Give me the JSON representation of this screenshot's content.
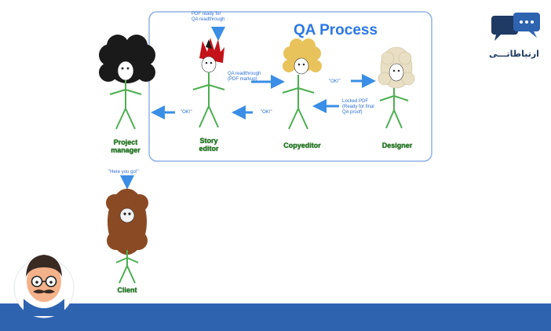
{
  "brand": {
    "name": "ارتباطاتـــی",
    "color": "#1f3a63"
  },
  "diagram": {
    "title": "QA Process",
    "title_color": "#2b78e4",
    "arrow_color": "#3a8ee6",
    "figure_color": "#4caf50",
    "nodes": [
      {
        "id": "project-manager",
        "label": "Project\nmanager",
        "hair": "black-afro"
      },
      {
        "id": "story-editor",
        "label": "Story\neditor",
        "hair": "red-mohawk"
      },
      {
        "id": "copyeditor",
        "label": "Copyeditor",
        "hair": "blonde-curly"
      },
      {
        "id": "designer",
        "label": "Designer",
        "hair": "white-wig"
      },
      {
        "id": "client",
        "label": "Client",
        "hair": "brown-shaggy"
      }
    ],
    "notes": {
      "pdf_ready": "PDF ready for\nQA readthrough",
      "qa_readthrough": "QA readthrough\n(PDF markup)",
      "ok_copy_to_designer": "\"OK!\"",
      "locked_pdf": "Locked PDF\n(Ready for final\nQA proof)",
      "ok_copy_to_story": "\"OK!\"",
      "ok_story_to_pm": "\"OK!\"",
      "here_you_go": "\"Here you go!\""
    }
  },
  "footer": {
    "color": "#2e63b0"
  },
  "mascot": {
    "icon": "mustache-man-avatar-icon"
  }
}
